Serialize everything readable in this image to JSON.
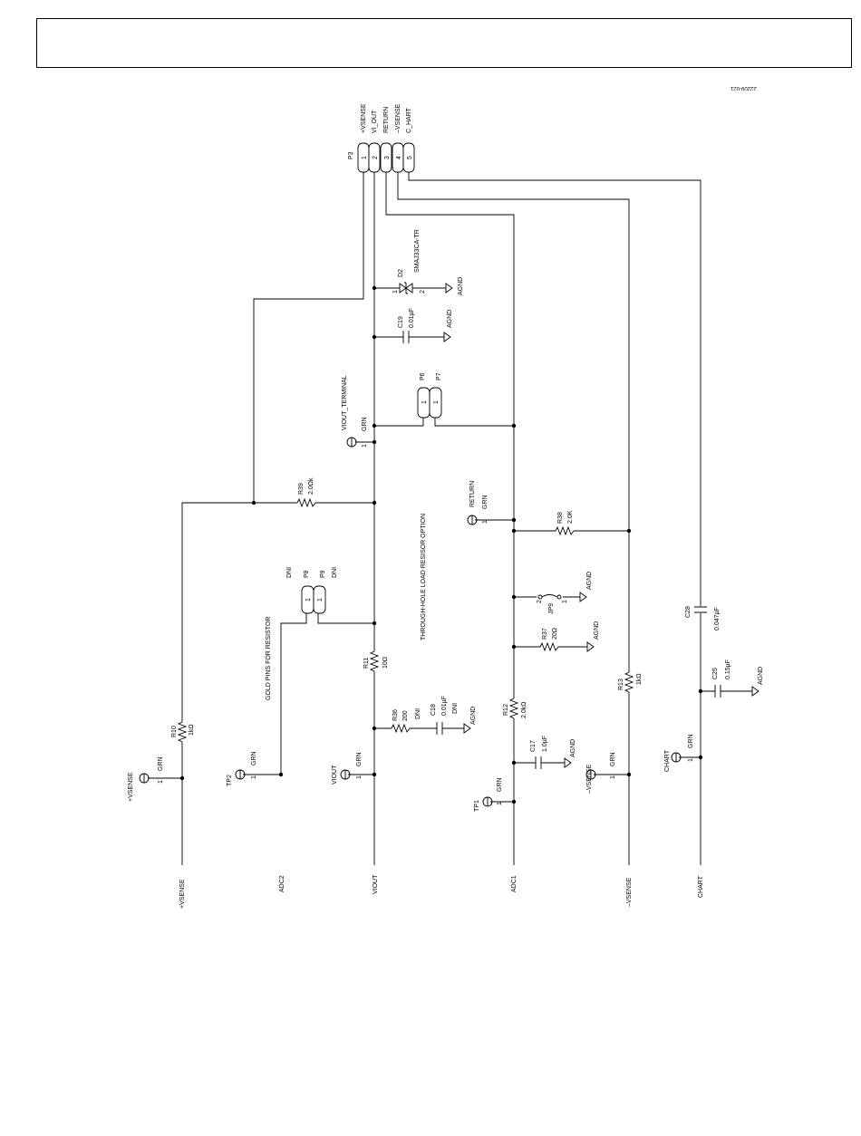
{
  "header": {
    "title": ""
  },
  "figure_id": "22209-021",
  "connector": {
    "ref": "P3",
    "pins": [
      {
        "num": "1",
        "signal": "+VSENSE"
      },
      {
        "num": "2",
        "signal": "VI_OUT"
      },
      {
        "num": "3",
        "signal": "RETURN"
      },
      {
        "num": "4",
        "signal": "–VSENSE"
      },
      {
        "num": "5",
        "signal": "C_HART"
      }
    ]
  },
  "components": {
    "d2": {
      "ref": "D2",
      "part": "SMAJ33CA-TR",
      "pin1": "1",
      "pin2": "2",
      "gnd": "AGND"
    },
    "c19": {
      "ref": "C19",
      "value": "0.01µF",
      "gnd": "AGND"
    },
    "p6": {
      "ref": "P6",
      "pin": "1"
    },
    "p7": {
      "ref": "P7",
      "pin": "1"
    },
    "viout_terminal": {
      "name": "VIOUT_TERMINAL",
      "color": "GRN",
      "pin": "1"
    },
    "r39": {
      "ref": "R39",
      "value": "2.0Ωk"
    },
    "return_tp": {
      "name": "RETURN",
      "color": "GRN",
      "pin": "1"
    },
    "r38": {
      "ref": "R38",
      "value": "2.0K"
    },
    "note_load": "THROUGH-HOLE LOAD RESISOR OPTION",
    "p8": {
      "ref": "P8",
      "pin": "1",
      "dni": "DNI"
    },
    "p9": {
      "ref": "P9",
      "pin": "1",
      "dni": "DNI"
    },
    "note_gold": "GOLD PINS FOR RESISTOR",
    "jp9": {
      "ref": "JP9",
      "pin1": "1",
      "pin2": "2",
      "gnd": "AGND"
    },
    "r37": {
      "ref": "R37",
      "value": "20Ω",
      "gnd": "AGND"
    },
    "r11": {
      "ref": "R11",
      "value": "10Ω"
    },
    "c28": {
      "ref": "C28",
      "value": "0.047µF"
    },
    "r13": {
      "ref": "R13",
      "value": "1kΩ"
    },
    "c25": {
      "ref": "C25",
      "value": "0.15µF",
      "gnd": "AGND"
    },
    "r36": {
      "ref": "R36",
      "value": "200",
      "dni": "DNI"
    },
    "c18": {
      "ref": "C18",
      "value": "0.01µF",
      "dni": "DNI",
      "gnd": "AGND"
    },
    "r12": {
      "ref": "R12",
      "value": "2.0kΩ"
    },
    "r10": {
      "ref": "R10",
      "value": "1kΩ"
    },
    "c17": {
      "ref": "C17",
      "value": "1.0µF",
      "gnd": "AGND"
    },
    "tp_vsense_p": {
      "name": "+VSENSE",
      "color": "GRN",
      "pin": "1"
    },
    "tp2": {
      "name": "TP2",
      "color": "GRN",
      "pin": "1"
    },
    "tp_viout": {
      "name": "VIOUT",
      "color": "GRN",
      "pin": "1"
    },
    "tp1": {
      "name": "TP1",
      "color": "GRN",
      "pin": "1"
    },
    "tp_vsense_n": {
      "name": "–VSENSE",
      "color": "GRN",
      "pin": "1"
    },
    "tp_chart": {
      "name": "CHART",
      "color": "GRN",
      "pin": "1"
    }
  },
  "nets": {
    "vsense_p": "+VSENSE",
    "adc2": "ADC2",
    "viout": "VIOUT",
    "adc1": "ADC1",
    "vsense_n": "–VSENSE",
    "chart": "CHART"
  }
}
